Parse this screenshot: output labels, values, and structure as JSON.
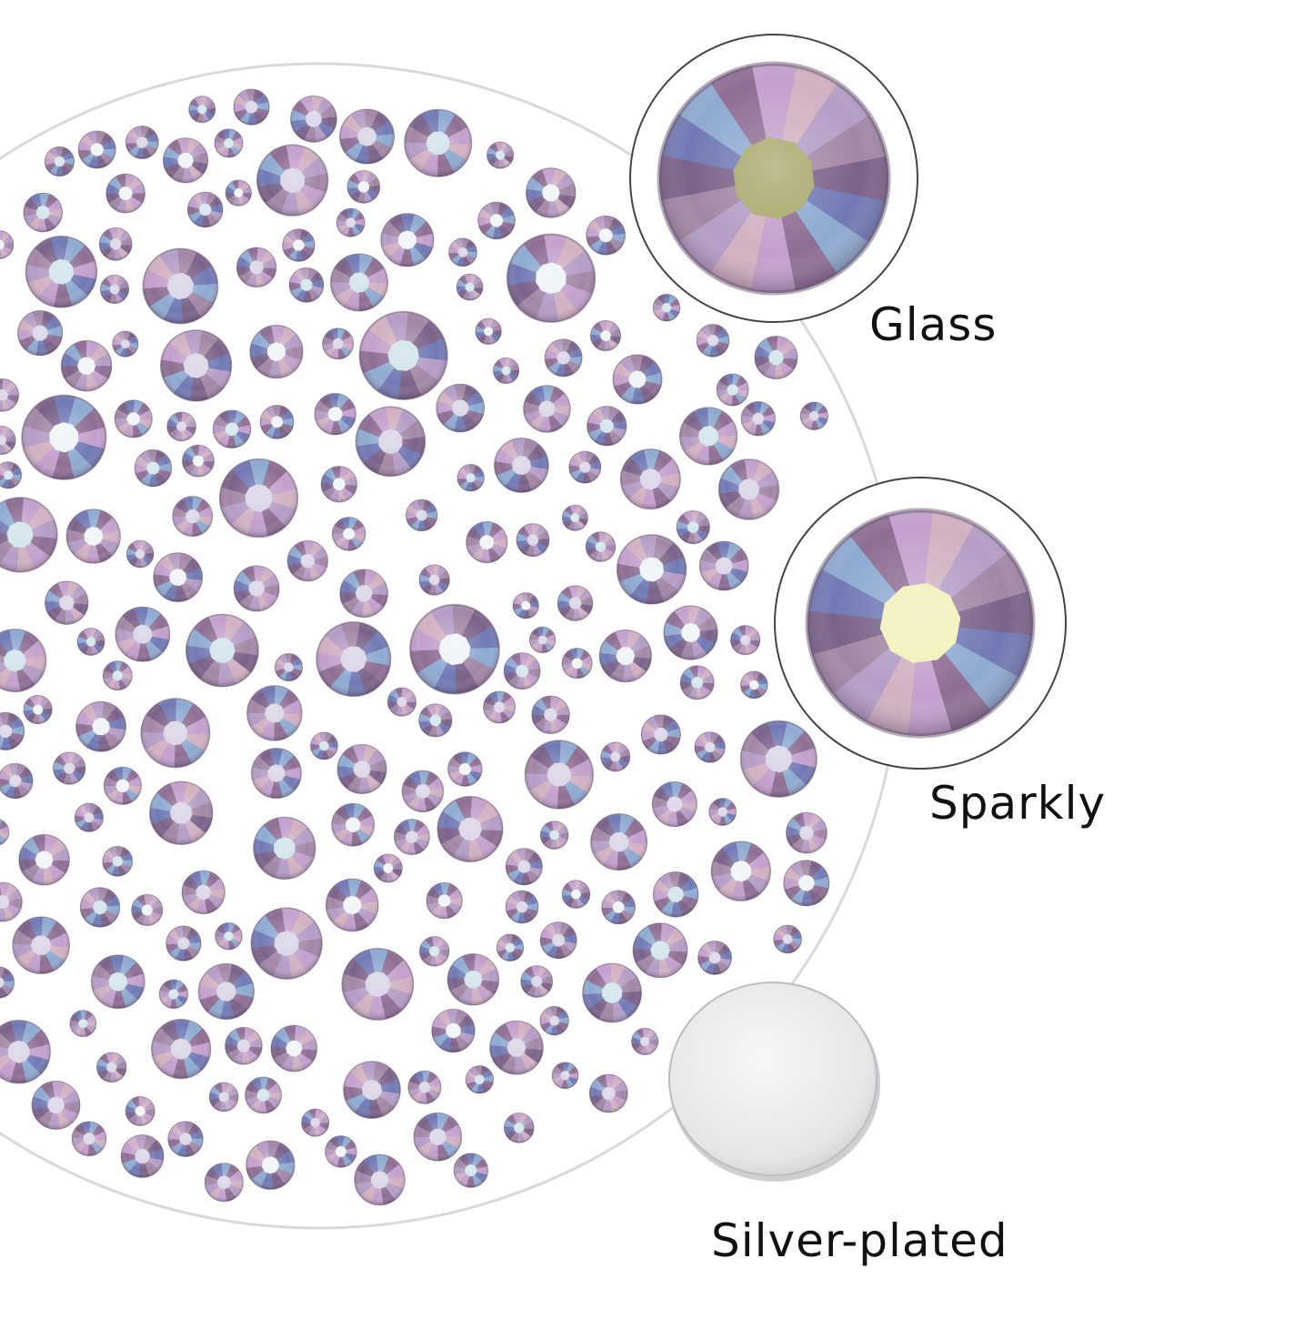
{
  "colors": {
    "background": "#ffffff",
    "outline": "#cfcfcf",
    "facet_palette": [
      "#8f6f95",
      "#b9a2cc",
      "#6f7bb8",
      "#c9a5d4",
      "#a58aa8",
      "#8fb0d8",
      "#d8b7c8",
      "#7a628a"
    ],
    "table_glass": "#a7a76a",
    "table_sparkly": "#f1f0b8",
    "silver_back": "#e9e9ea"
  },
  "labels": {
    "glass": "Glass",
    "sparkly": "Sparkly",
    "silver": "Silver-plated"
  }
}
